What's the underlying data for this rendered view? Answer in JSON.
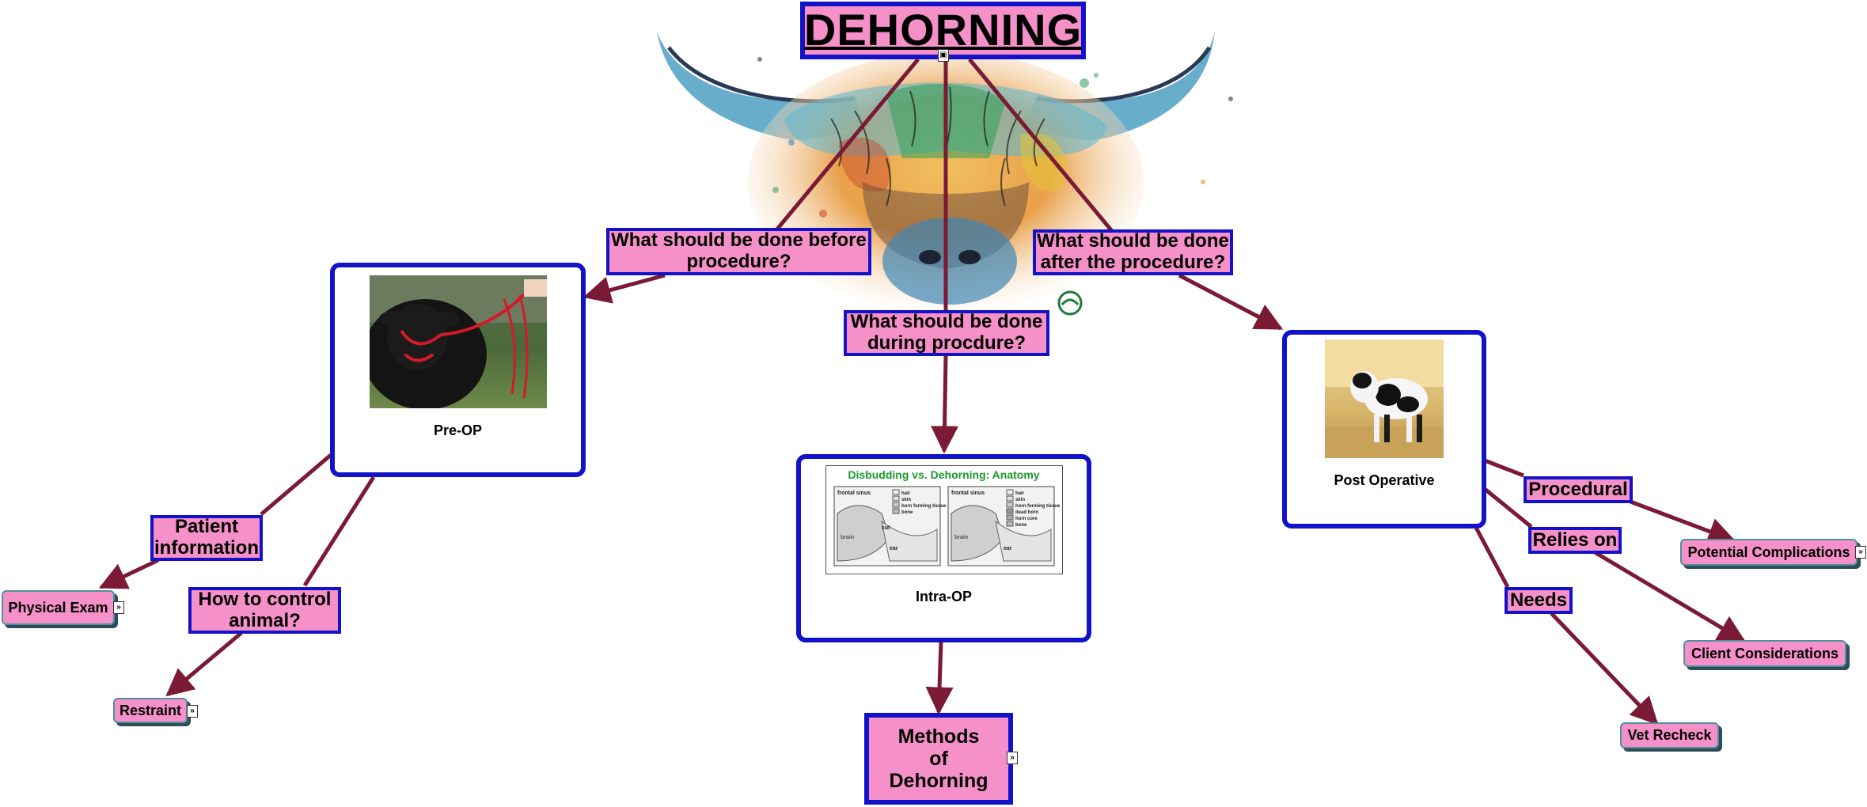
{
  "title": "DEHORNING",
  "questions": {
    "before": "What should be done before procedure?",
    "during": "What should be done during procdure?",
    "after": "What should be done after the procedure?"
  },
  "stages": {
    "pre_op": "Pre-OP",
    "intra_op": "Intra-OP",
    "post_op": "Post Operative"
  },
  "anatomy_figure": {
    "title": "Disbudding vs. Dehorning: Anatomy",
    "left_labels": [
      "frontal sinus",
      "cut",
      "ear",
      "brain"
    ],
    "right_labels": [
      "frontal sinus",
      "ear",
      "brain"
    ],
    "legend": [
      "hair",
      "skin",
      "horn forming tissue",
      "dead horn",
      "horn core",
      "bone"
    ]
  },
  "pre_op_links": {
    "patient_info": "Patient information",
    "control_animal": "How to control animal?"
  },
  "pre_op_leaves": {
    "physical_exam": "Physical Exam",
    "restraint": "Restraint"
  },
  "methods": "Methods of Dehorning",
  "post_op_links": {
    "procedural": "Procedural",
    "relies_on": "Relies on",
    "needs": "Needs"
  },
  "post_op_leaves": {
    "complications": "Potential Complications",
    "client": "Client Considerations",
    "recheck": "Vet Recheck"
  },
  "colors": {
    "link_line": "#7a1a35",
    "box_fill": "#f690c8",
    "box_border": "#1212c8"
  }
}
